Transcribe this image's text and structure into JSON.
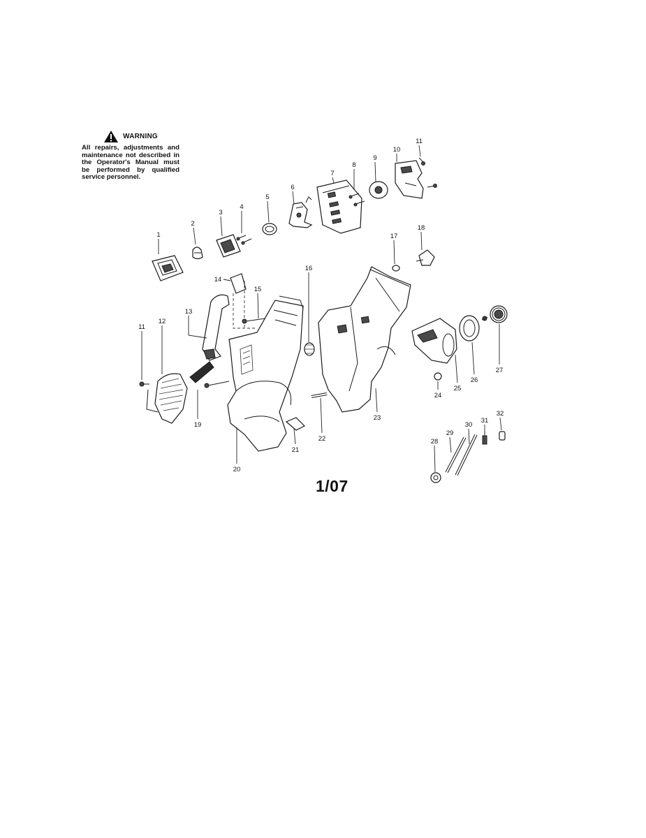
{
  "warning": {
    "title": "WARNING",
    "text": "All repairs, adjustments and maintenance not described in the Operator's Manual must be performed by qualified service personnel.",
    "icon": "warning-triangle-icon"
  },
  "diagram": {
    "callouts": [
      "1",
      "2",
      "3",
      "4",
      "5",
      "6",
      "7",
      "8",
      "9",
      "10",
      "11",
      "11",
      "12",
      "13",
      "14",
      "15",
      "16",
      "17",
      "18",
      "19",
      "20",
      "21",
      "22",
      "23",
      "24",
      "25",
      "26",
      "27",
      "28",
      "29",
      "30",
      "31",
      "32"
    ]
  },
  "page_date": "1/07"
}
